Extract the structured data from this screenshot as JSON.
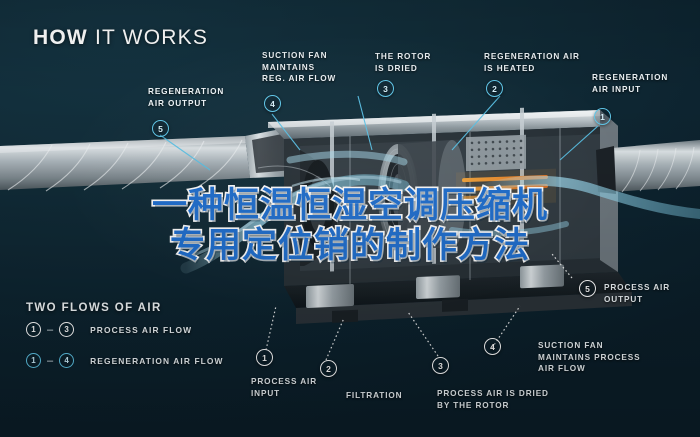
{
  "header": {
    "title_bold": "HOW",
    "title_light": "IT WORKS"
  },
  "overlay": {
    "line1": "一种恒温恒湿空调压缩机",
    "line2": "专用定位销的制作方法"
  },
  "legend": {
    "heading": "TWO FLOWS OF AIR",
    "rows": [
      {
        "from": "1",
        "to": "3",
        "dash": "–",
        "label": "PROCESS AIR FLOW",
        "color": "white"
      },
      {
        "from": "1",
        "to": "4",
        "dash": "–",
        "label": "REGENERATION AIR FLOW",
        "color": "blue"
      }
    ]
  },
  "callouts": {
    "top": [
      {
        "num": "5",
        "label": "REGENERATION\nAIR OUTPUT",
        "color": "blue"
      },
      {
        "num": "4",
        "label": "SUCTION FAN\nMAINTAINS\nREG. AIR FLOW",
        "color": "blue"
      },
      {
        "num": "3",
        "label": "THE ROTOR\nIS DRIED",
        "color": "blue"
      },
      {
        "num": "2",
        "label": "REGENERATION AIR\nIS HEATED",
        "color": "blue"
      },
      {
        "num": "1",
        "label": "REGENERATION\nAIR INPUT",
        "color": "blue"
      }
    ],
    "bottom": [
      {
        "num": "1",
        "label": "PROCESS AIR\nINPUT",
        "color": "white"
      },
      {
        "num": "2",
        "label": "FILTRATION",
        "color": "white"
      },
      {
        "num": "3",
        "label": "PROCESS AIR IS DRIED\nBY THE ROTOR",
        "color": "white"
      },
      {
        "num": "4",
        "label": "SUCTION FAN\nMAINTAINS PROCESS\nAIR FLOW",
        "color": "white"
      },
      {
        "num": "5",
        "label": "PROCESS AIR\nOUTPUT",
        "color": "white"
      }
    ]
  },
  "colors": {
    "background": "#112c38",
    "accent_blue": "#5fc6e8",
    "airflow_blue": "#8fd6ee",
    "overlay_fill": "#1f6fd0",
    "overlay_stroke": "#ffffff",
    "text": "#eef4f7"
  }
}
